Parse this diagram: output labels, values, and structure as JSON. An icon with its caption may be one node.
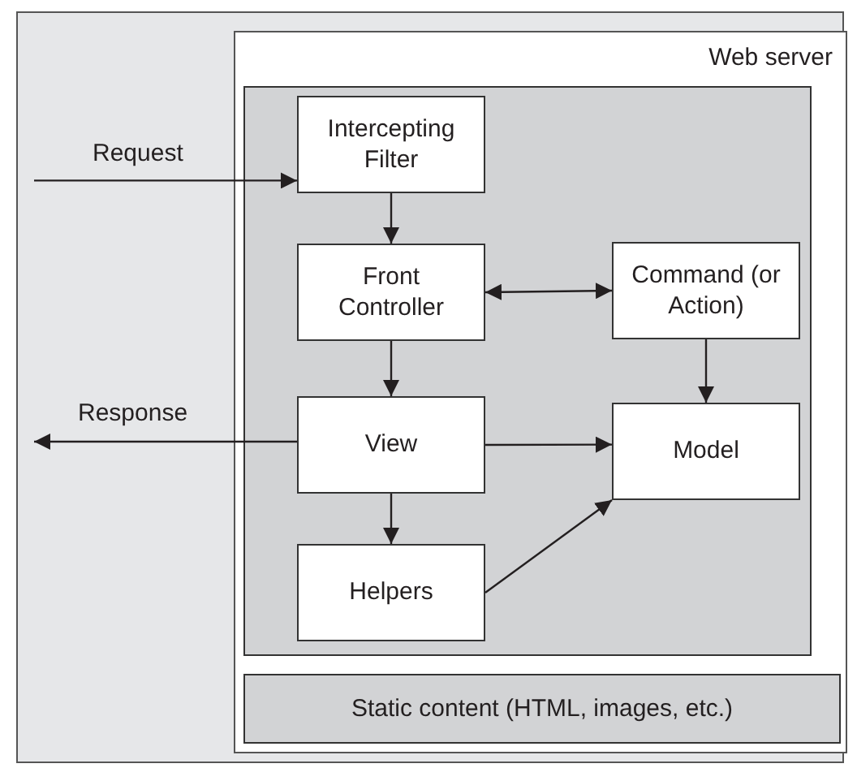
{
  "diagram": {
    "nodes": [
      {
        "text": [
          "Web server"
        ]
      },
      {
        "text": [],
        "shape": "box",
        "in": 0
      },
      {
        "text": [
          "Intercepting Filter"
        ],
        "in": 1
      },
      {
        "text": [
          "Front Controller"
        ],
        "in": 1
      },
      {
        "text": [
          "Command (or Action)"
        ],
        "in": 1
      },
      {
        "text": [
          "View"
        ],
        "in": 1
      },
      {
        "text": [
          "Model"
        ],
        "in": 1
      },
      {
        "text": [
          "Helpers"
        ],
        "in": 1
      },
      {
        "text": [
          "Static content (HTML, images, etc.)"
        ],
        "in": 0
      }
    ],
    "edges": [
      {
        "from": null,
        "to": 2,
        "arrow": "to",
        "label": "Request"
      },
      {
        "from": 2,
        "to": 3,
        "arrow": "to"
      },
      {
        "from": 3,
        "to": 4,
        "arrow": "both"
      },
      {
        "from": 4,
        "to": 6,
        "arrow": "to"
      },
      {
        "from": 3,
        "to": 5,
        "arrow": "to"
      },
      {
        "from": 5,
        "to": null,
        "arrow": "to",
        "label": "Response"
      },
      {
        "from": 5,
        "to": 6,
        "arrow": "to"
      },
      {
        "from": 5,
        "to": 7,
        "arrow": "to"
      },
      {
        "from": 7,
        "to": 6,
        "arrow": "to"
      }
    ]
  }
}
